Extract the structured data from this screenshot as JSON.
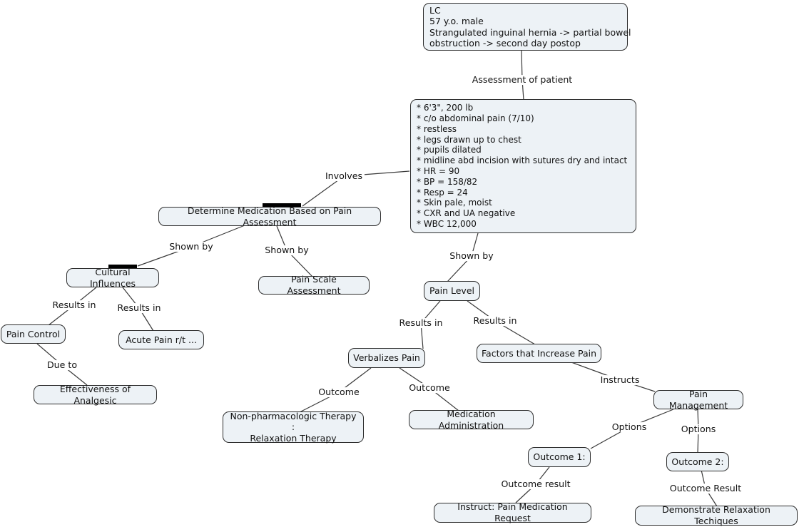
{
  "diagram_type": "concept-map",
  "colors": {
    "background": "#ffffff",
    "node_fill": "#edf2f6",
    "node_border": "#2d2d2d",
    "line": "#3a3a3a",
    "text": "#111111",
    "anchor_bar": "#000000"
  },
  "nodes": {
    "patient_info": "LC\n57 y.o. male\nStrangulated inguinal hernia -> partial bowel\nobstruction -> second day postop",
    "assessment_findings": "* 6'3\", 200 lb\n* c/o abdominal pain (7/10)\n* restless\n* legs drawn up to chest\n* pupils dilated\n* midline abd incision with sutures dry and intact\n* HR = 90\n* BP = 158/82\n* Resp = 24\n* Skin pale, moist\n* CXR and UA negative\n* WBC 12,000",
    "determine_medication": "Determine Medication Based on Pain Assessment",
    "cultural_influences": "Cultural Influences",
    "pain_control": "Pain Control",
    "acute_pain": "Acute Pain r/t ...",
    "effectiveness_analgesic": "Effectiveness of Analgesic",
    "pain_scale_assessment": "Pain Scale Assessment",
    "pain_level": "Pain Level",
    "verbalizes_pain": "Verbalizes Pain",
    "factors_increase_pain": "Factors that Increase Pain",
    "non_pharmacologic": "Non-pharmacologic Therapy :\nRelaxation Therapy",
    "medication_administration": "Medication Administration",
    "pain_management": "Pain Management",
    "outcome_1": "Outcome 1:",
    "outcome_2": "Outcome 2:",
    "instruct_request": "Instruct: Pain Medication Request",
    "demonstrate_relaxation": "Demonstrate Relaxation Techiques"
  },
  "edge_labels": {
    "assessment_of_patient": "Assessment of patient",
    "involves": "Involves",
    "shown_by_determine": "Shown by",
    "shown_by_pain_scale": "Shown by",
    "shown_by_pain_level": "Shown by",
    "results_in_pain_control": "Results in",
    "results_in_acute_pain": "Results in",
    "results_in_verbalizes": "Results in",
    "results_in_factors": "Results in",
    "due_to": "Due to",
    "outcome_non_pharm": "Outcome",
    "outcome_med_admin": "Outcome",
    "instructs": "Instructs",
    "options_1": "Options",
    "options_2": "Options",
    "outcome_result_1": "Outcome result",
    "outcome_result_2": "Outcome Result"
  }
}
